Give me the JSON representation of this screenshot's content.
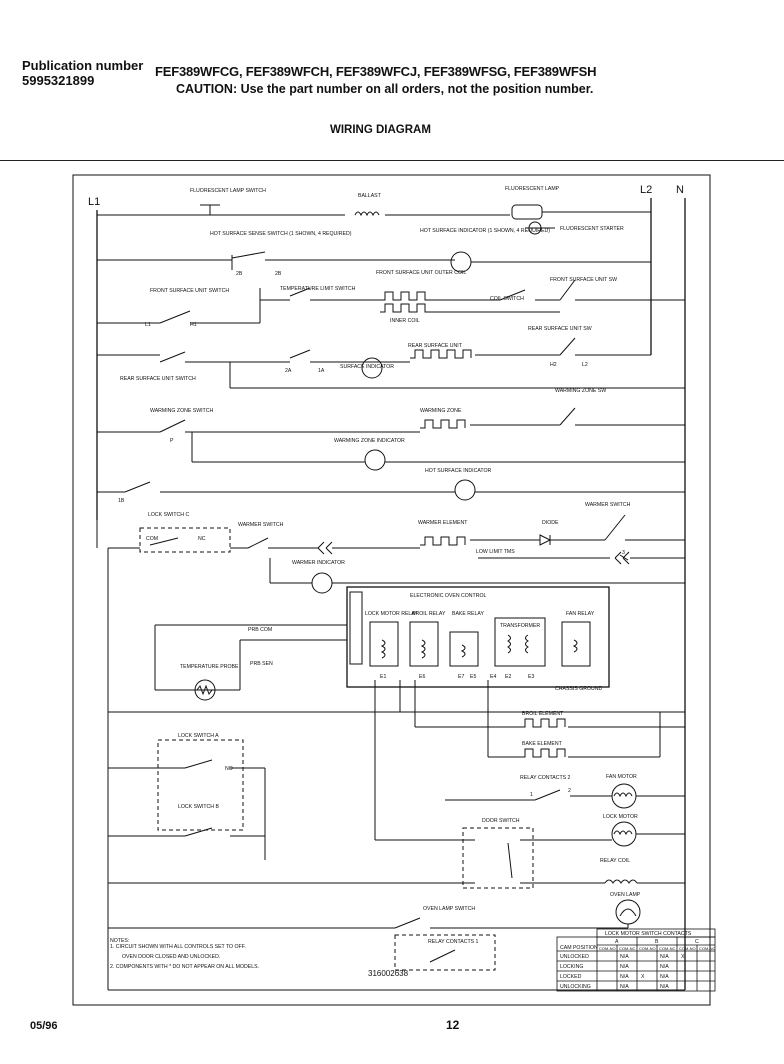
{
  "header": {
    "publication_label": "Publication number",
    "publication_number": "5995321899",
    "models": "FEF389WFCG, FEF389WFCH, FEF389WFCJ, FEF389WFSG, FEF389WFSH",
    "caution": "CAUTION:  Use the part number on all orders, not the position number.",
    "title": "WIRING DIAGRAM"
  },
  "diagram": {
    "terminals": {
      "l1": "L1",
      "l2": "L2",
      "n": "N"
    },
    "components": {
      "fluorescent_lamp_switch": "FLUORESCENT LAMP SWITCH",
      "ballast": "BALLAST",
      "fluorescent_lamp": "FLUORESCENT LAMP",
      "fluorescent_starter": "FLUORESCENT STARTER",
      "hot_surface_sense_switch": "HOT SURFACE SENSE SWITCH (1 SHOWN, 4 REQUIRED)",
      "hot_surface_indicator_multi": "HOT SURFACE INDICATOR (1 SHOWN, 4 REQUIRED)",
      "front_surface_unit_outer_coil": "FRONT SURFACE UNIT OUTER COIL",
      "front_surface_unit_switch_label": "FRONT SURFACE UNIT SWITCH",
      "temperature_limit_switch": "TEMPERATURE LIMIT SWITCH",
      "coil_switch": "COIL SWITCH",
      "front_surface_unit_sw": "FRONT SURFACE UNIT SW",
      "inner_coil": "INNER COIL",
      "rear_surface_unit_sw": "REAR SURFACE UNIT SW",
      "rear_surface_unit": "REAR SURFACE UNIT",
      "rear_surface_unit_switch": "REAR SURFACE UNIT SWITCH",
      "surface_indicator": "SURFACE INDICATOR",
      "warming_zone_switch": "WARMING ZONE SWITCH",
      "warming_zone": "WARMING ZONE",
      "warming_zone_sw": "WARMING ZONE SW",
      "warming_zone_indicator": "WARMING ZONE INDICATOR",
      "hot_surface_indicator": "HOT SURFACE INDICATOR",
      "lock_switch_c": "LOCK SWITCH C",
      "warmer_switch": "WARMER SWITCH",
      "warmer_element": "WARMER ELEMENT",
      "diode": "DIODE",
      "warmer_switch_right": "WARMER SWITCH",
      "low_limit_tms": "LOW LIMIT TMS",
      "warmer_indicator": "WARMER INDICATOR",
      "electronic_oven_control": "ELECTRONIC OVEN CONTROL",
      "lock_motor_relay": "LOCK MOTOR RELAY",
      "broil_relay": "BROIL RELAY",
      "bake_relay": "BAKE RELAY",
      "transformer": "TRANSFORMER",
      "fan_relay": "FAN RELAY",
      "temperature_probe": "TEMPERATURE PROBE",
      "prb_com": "PRB COM",
      "prb_sen": "PRB SEN",
      "chassis_ground": "CHASSIS GROUND",
      "broil_element": "BROIL ELEMENT",
      "bake_element": "BAKE ELEMENT",
      "lock_switch_a": "LOCK SWITCH A",
      "lock_switch_b": "LOCK SWITCH B",
      "relay_contacts_2": "RELAY CONTACTS 2",
      "fan_motor": "FAN MOTOR",
      "door_switch": "DOOR SWITCH",
      "lock_motor": "LOCK MOTOR",
      "relay_coil": "RELAY COIL",
      "oven_lamp": "OVEN LAMP",
      "oven_lamp_switch": "OVEN LAMP SWITCH",
      "relay_contacts_1": "RELAY CONTACTS 1"
    },
    "terminal_marks": [
      "2B",
      "2B",
      "L1",
      "H1",
      "2A",
      "1A",
      "H2",
      "L2",
      "P",
      "1B",
      "COM",
      "NC",
      "NO",
      "E1",
      "E2",
      "E3",
      "E4",
      "E5",
      "E6",
      "E7",
      "1",
      "2",
      "3"
    ],
    "notes": {
      "heading": "NOTES:",
      "note1": "1.  CIRCUIT SHOWN WITH ALL CONTROLS SET TO OFF.",
      "note1b": "OVEN DOOR CLOSED AND UNLOCKED.",
      "note2": "2.  COMPONENTS WITH * DO NOT APPEAR ON ALL MODELS."
    },
    "part_number": "316002638",
    "lock_table": {
      "title": "LOCK MOTOR SWITCH CONTACTS",
      "col_headers": [
        "A",
        "B",
        "C"
      ],
      "sub_headers": [
        "COM-NO",
        "COM-NC",
        "COM-NO",
        "COM-NC",
        "COM-NO",
        "COM-NC"
      ],
      "row_header": "CAM POSITION",
      "rows": [
        {
          "label": "UNLOCKED",
          "cells": [
            "",
            "N/A",
            "",
            "N/A",
            "X",
            ""
          ]
        },
        {
          "label": "LOCKING",
          "cells": [
            "",
            "N/A",
            "",
            "N/A",
            "",
            ""
          ]
        },
        {
          "label": "LOCKED",
          "cells": [
            "",
            "N/A",
            "X",
            "N/A",
            "",
            ""
          ]
        },
        {
          "label": "UNLOCKING",
          "cells": [
            "",
            "N/A",
            "",
            "N/A",
            "",
            ""
          ]
        }
      ]
    }
  },
  "footer": {
    "date": "05/96",
    "page": "12"
  }
}
